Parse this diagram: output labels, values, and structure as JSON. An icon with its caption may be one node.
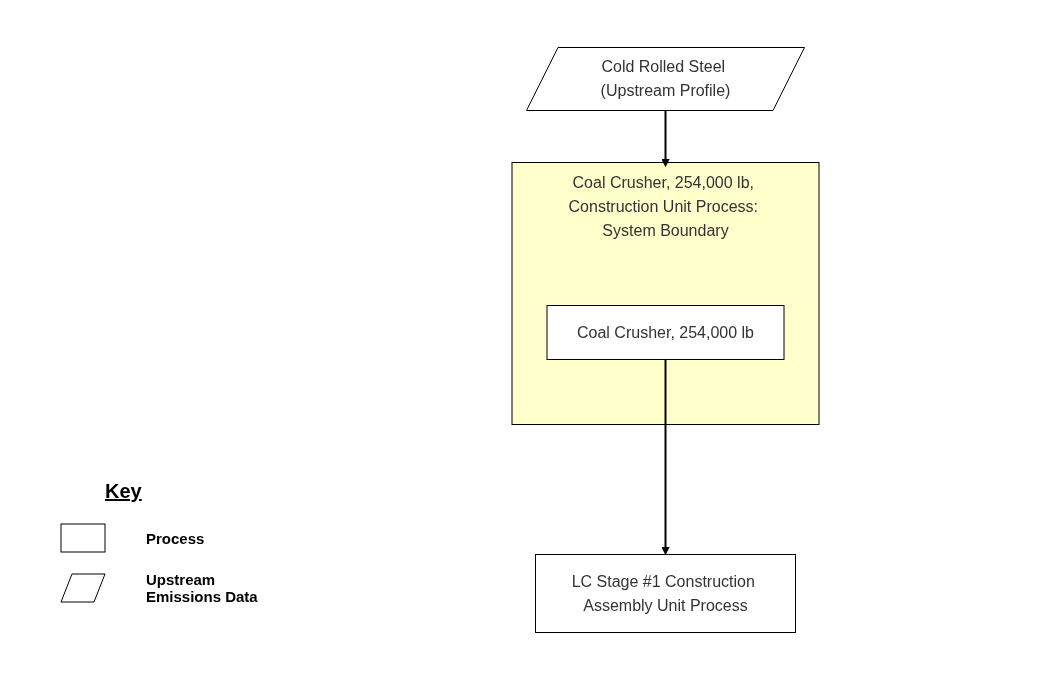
{
  "diagram": {
    "nodes": [
      {
        "text": [
          "Coal Crusher, 254,000 lb, Construction Unit Process: System Boundary"
        ]
      },
      {
        "text": [
          "Cold Rolled Steel (Upstream Profile)"
        ]
      },
      {
        "text": [
          "Coal Crusher, 254,000 lb"
        ],
        "in": 0
      },
      {
        "text": [
          "LC Stage #1 Construction Assembly Unit Process"
        ]
      }
    ],
    "edges": [
      {
        "from": 1,
        "to": 0,
        "arrow": "to"
      },
      {
        "from": 2,
        "to": 3,
        "arrow": "to"
      }
    ],
    "labels": [
      "Key"
    ],
    "legend": [
      {
        "text": "Process"
      },
      {
        "text": "Upstream Emissions Data"
      }
    ]
  }
}
